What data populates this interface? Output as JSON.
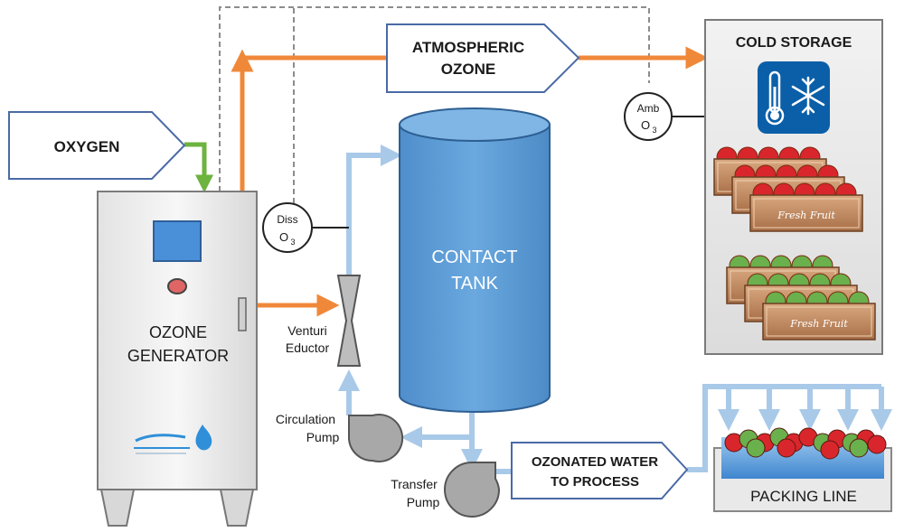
{
  "nodes": {
    "oxygen": "OXYGEN",
    "atmospheric_ozone_line1": "ATMOSPHERIC",
    "atmospheric_ozone_line2": "OZONE",
    "cold_storage": "COLD STORAGE",
    "ozone_generator_line1": "OZONE",
    "ozone_generator_line2": "GENERATOR",
    "contact_tank_line1": "CONTACT",
    "contact_tank_line2": "TANK",
    "ozonated_water_line1": "OZONATED WATER",
    "ozonated_water_line2": "TO PROCESS",
    "packing_line": "PACKING LINE"
  },
  "sensors": {
    "dissolved_top": "Diss",
    "dissolved_bottom": "O",
    "dissolved_sub": "3",
    "ambient_top": "Amb",
    "ambient_bottom": "O",
    "ambient_sub": "3"
  },
  "components": {
    "venturi_line1": "Venturi",
    "venturi_line2": "Eductor",
    "circulation_line1": "Circulation",
    "circulation_line2": "Pump",
    "transfer_line1": "Transfer",
    "transfer_line2": "Pump"
  },
  "crates": {
    "label": "Fresh Fruit"
  },
  "colors": {
    "ozone_flow": "#f0883a",
    "oxygen_flow": "#6db33f",
    "water_flow": "#a9c9e8",
    "tank": "#5b9bd5",
    "box_border": "#4a6aa5",
    "fruit_red": "#d9262c",
    "fruit_green": "#6ab04c"
  }
}
